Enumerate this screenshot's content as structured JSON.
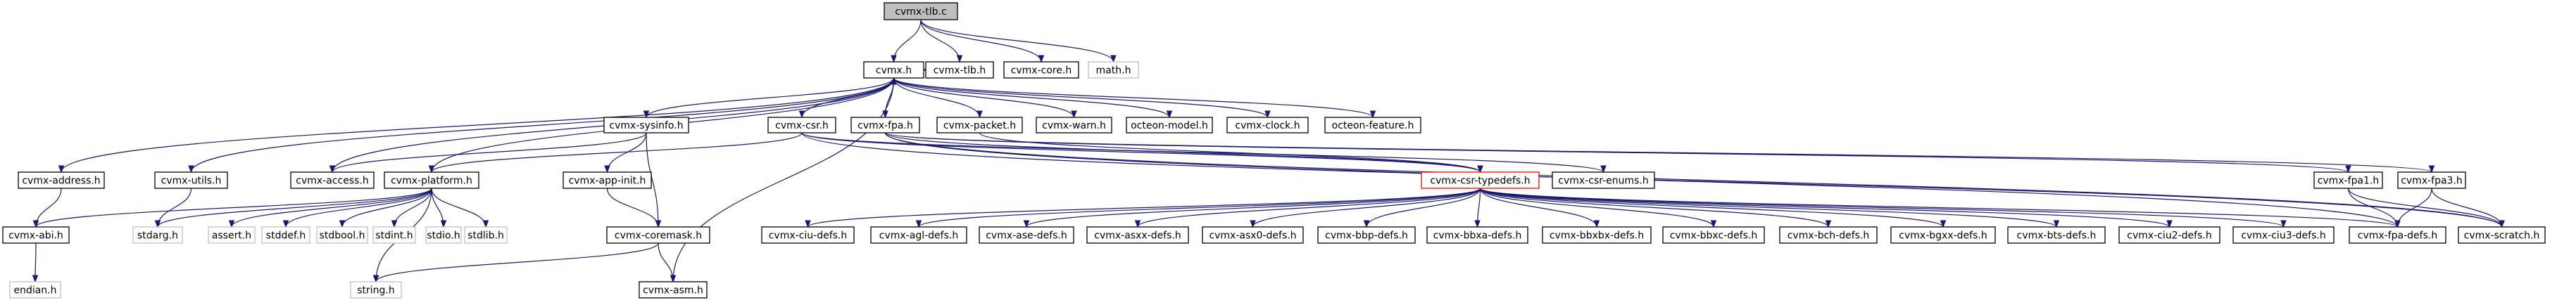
{
  "diagram": {
    "type": "include-dependency-graph",
    "colors": {
      "edge": "#191970",
      "root_fill": "#bfbfbf",
      "missing_border": "#bfbfbf",
      "highlight_border": "#ff0000"
    },
    "nodes": [
      {
        "id": "cvmx-tlb-c",
        "label": "cvmx-tlb.c",
        "style": "root"
      },
      {
        "id": "cvmx-h",
        "label": "cvmx.h",
        "style": "normal"
      },
      {
        "id": "cvmx-tlb-h",
        "label": "cvmx-tlb.h",
        "style": "normal"
      },
      {
        "id": "cvmx-core-h",
        "label": "cvmx-core.h",
        "style": "normal"
      },
      {
        "id": "math-h",
        "label": "math.h",
        "style": "missing"
      },
      {
        "id": "cvmx-sysinfo-h",
        "label": "cvmx-sysinfo.h",
        "style": "normal"
      },
      {
        "id": "cvmx-csr-h",
        "label": "cvmx-csr.h",
        "style": "normal"
      },
      {
        "id": "cvmx-fpa-h",
        "label": "cvmx-fpa.h",
        "style": "normal"
      },
      {
        "id": "cvmx-packet-h",
        "label": "cvmx-packet.h",
        "style": "normal"
      },
      {
        "id": "cvmx-warn-h",
        "label": "cvmx-warn.h",
        "style": "normal"
      },
      {
        "id": "octeon-model-h",
        "label": "octeon-model.h",
        "style": "normal"
      },
      {
        "id": "cvmx-clock-h",
        "label": "cvmx-clock.h",
        "style": "normal"
      },
      {
        "id": "octeon-feature-h",
        "label": "octeon-feature.h",
        "style": "normal"
      },
      {
        "id": "cvmx-address-h",
        "label": "cvmx-address.h",
        "style": "normal"
      },
      {
        "id": "cvmx-utils-h",
        "label": "cvmx-utils.h",
        "style": "normal"
      },
      {
        "id": "cvmx-access-h",
        "label": "cvmx-access.h",
        "style": "normal"
      },
      {
        "id": "cvmx-platform-h",
        "label": "cvmx-platform.h",
        "style": "normal"
      },
      {
        "id": "cvmx-app-init-h",
        "label": "cvmx-app-init.h",
        "style": "normal"
      },
      {
        "id": "cvmx-csr-typedefs-h",
        "label": "cvmx-csr-typedefs.h",
        "style": "red"
      },
      {
        "id": "cvmx-csr-enums-h",
        "label": "cvmx-csr-enums.h",
        "style": "normal"
      },
      {
        "id": "cvmx-fpa1-h",
        "label": "cvmx-fpa1.h",
        "style": "normal"
      },
      {
        "id": "cvmx-fpa3-h",
        "label": "cvmx-fpa3.h",
        "style": "normal"
      },
      {
        "id": "cvmx-abi-h",
        "label": "cvmx-abi.h",
        "style": "normal"
      },
      {
        "id": "stdarg-h",
        "label": "stdarg.h",
        "style": "missing"
      },
      {
        "id": "assert-h",
        "label": "assert.h",
        "style": "missing"
      },
      {
        "id": "stddef-h",
        "label": "stddef.h",
        "style": "missing"
      },
      {
        "id": "stdbool-h",
        "label": "stdbool.h",
        "style": "missing"
      },
      {
        "id": "stdint-h",
        "label": "stdint.h",
        "style": "missing"
      },
      {
        "id": "stdio-h",
        "label": "stdio.h",
        "style": "missing"
      },
      {
        "id": "stdlib-h",
        "label": "stdlib.h",
        "style": "missing"
      },
      {
        "id": "cvmx-coremask-h",
        "label": "cvmx-coremask.h",
        "style": "normal"
      },
      {
        "id": "cvmx-ciu-defs-h",
        "label": "cvmx-ciu-defs.h",
        "style": "normal"
      },
      {
        "id": "cvmx-agl-defs-h",
        "label": "cvmx-agl-defs.h",
        "style": "normal"
      },
      {
        "id": "cvmx-ase-defs-h",
        "label": "cvmx-ase-defs.h",
        "style": "normal"
      },
      {
        "id": "cvmx-asxx-defs-h",
        "label": "cvmx-asxx-defs.h",
        "style": "normal"
      },
      {
        "id": "cvmx-asx0-defs-h",
        "label": "cvmx-asx0-defs.h",
        "style": "normal"
      },
      {
        "id": "cvmx-bbp-defs-h",
        "label": "cvmx-bbp-defs.h",
        "style": "normal"
      },
      {
        "id": "cvmx-bbxa-defs-h",
        "label": "cvmx-bbxa-defs.h",
        "style": "normal"
      },
      {
        "id": "cvmx-bbxbx-defs-h",
        "label": "cvmx-bbxbx-defs.h",
        "style": "normal"
      },
      {
        "id": "cvmx-bbxc-defs-h",
        "label": "cvmx-bbxc-defs.h",
        "style": "normal"
      },
      {
        "id": "cvmx-bch-defs-h",
        "label": "cvmx-bch-defs.h",
        "style": "normal"
      },
      {
        "id": "cvmx-bgxx-defs-h",
        "label": "cvmx-bgxx-defs.h",
        "style": "normal"
      },
      {
        "id": "cvmx-bts-defs-h",
        "label": "cvmx-bts-defs.h",
        "style": "normal"
      },
      {
        "id": "cvmx-ciu2-defs-h",
        "label": "cvmx-ciu2-defs.h",
        "style": "normal"
      },
      {
        "id": "cvmx-ciu3-defs-h",
        "label": "cvmx-ciu3-defs.h",
        "style": "normal"
      },
      {
        "id": "cvmx-fpa-defs-h",
        "label": "cvmx-fpa-defs.h",
        "style": "normal"
      },
      {
        "id": "cvmx-scratch-h",
        "label": "cvmx-scratch.h",
        "style": "normal"
      },
      {
        "id": "endian-h",
        "label": "endian.h",
        "style": "missing"
      },
      {
        "id": "string-h",
        "label": "string.h",
        "style": "missing"
      },
      {
        "id": "cvmx-asm-h",
        "label": "cvmx-asm.h",
        "style": "normal"
      }
    ],
    "edges": [
      [
        "cvmx-tlb-c",
        "cvmx-h"
      ],
      [
        "cvmx-tlb-c",
        "cvmx-tlb-h"
      ],
      [
        "cvmx-tlb-c",
        "cvmx-core-h"
      ],
      [
        "cvmx-tlb-c",
        "math-h"
      ],
      [
        "cvmx-h",
        "cvmx-tlb-h"
      ],
      [
        "cvmx-h",
        "cvmx-address-h"
      ],
      [
        "cvmx-h",
        "cvmx-utils-h"
      ],
      [
        "cvmx-h",
        "cvmx-access-h"
      ],
      [
        "cvmx-h",
        "cvmx-platform-h"
      ],
      [
        "cvmx-h",
        "cvmx-sysinfo-h"
      ],
      [
        "cvmx-h",
        "cvmx-csr-h"
      ],
      [
        "cvmx-h",
        "cvmx-fpa-h"
      ],
      [
        "cvmx-h",
        "cvmx-packet-h"
      ],
      [
        "cvmx-h",
        "cvmx-warn-h"
      ],
      [
        "cvmx-h",
        "octeon-model-h"
      ],
      [
        "cvmx-h",
        "cvmx-clock-h"
      ],
      [
        "cvmx-h",
        "octeon-feature-h"
      ],
      [
        "cvmx-h",
        "cvmx-asm-h"
      ],
      [
        "cvmx-fpa-h",
        "cvmx-h"
      ],
      [
        "cvmx-sysinfo-h",
        "cvmx-app-init-h"
      ],
      [
        "cvmx-sysinfo-h",
        "cvmx-coremask-h"
      ],
      [
        "cvmx-sysinfo-h",
        "cvmx-access-h"
      ],
      [
        "cvmx-csr-h",
        "cvmx-platform-h"
      ],
      [
        "cvmx-csr-h",
        "cvmx-csr-typedefs-h"
      ],
      [
        "cvmx-csr-h",
        "cvmx-csr-enums-h"
      ],
      [
        "cvmx-fpa-h",
        "cvmx-csr-typedefs-h"
      ],
      [
        "cvmx-fpa-h",
        "cvmx-fpa1-h"
      ],
      [
        "cvmx-fpa-h",
        "cvmx-fpa3-h"
      ],
      [
        "cvmx-fpa-h",
        "cvmx-scratch-h"
      ],
      [
        "cvmx-fpa-h",
        "cvmx-fpa-defs-h"
      ],
      [
        "cvmx-packet-h",
        "cvmx-csr-typedefs-h"
      ],
      [
        "cvmx-address-h",
        "cvmx-abi-h"
      ],
      [
        "cvmx-utils-h",
        "stdarg-h"
      ],
      [
        "cvmx-platform-h",
        "cvmx-abi-h"
      ],
      [
        "cvmx-platform-h",
        "stdarg-h"
      ],
      [
        "cvmx-platform-h",
        "assert-h"
      ],
      [
        "cvmx-platform-h",
        "stddef-h"
      ],
      [
        "cvmx-platform-h",
        "stdbool-h"
      ],
      [
        "cvmx-platform-h",
        "stdint-h"
      ],
      [
        "cvmx-platform-h",
        "stdio-h"
      ],
      [
        "cvmx-platform-h",
        "stdlib-h"
      ],
      [
        "cvmx-platform-h",
        "string-h"
      ],
      [
        "cvmx-app-init-h",
        "cvmx-coremask-h"
      ],
      [
        "cvmx-coremask-h",
        "string-h"
      ],
      [
        "cvmx-coremask-h",
        "cvmx-asm-h"
      ],
      [
        "cvmx-abi-h",
        "endian-h"
      ],
      [
        "cvmx-csr-typedefs-h",
        "cvmx-ciu-defs-h"
      ],
      [
        "cvmx-csr-typedefs-h",
        "cvmx-agl-defs-h"
      ],
      [
        "cvmx-csr-typedefs-h",
        "cvmx-ase-defs-h"
      ],
      [
        "cvmx-csr-typedefs-h",
        "cvmx-asxx-defs-h"
      ],
      [
        "cvmx-csr-typedefs-h",
        "cvmx-asx0-defs-h"
      ],
      [
        "cvmx-csr-typedefs-h",
        "cvmx-bbp-defs-h"
      ],
      [
        "cvmx-csr-typedefs-h",
        "cvmx-bbxa-defs-h"
      ],
      [
        "cvmx-csr-typedefs-h",
        "cvmx-bbxbx-defs-h"
      ],
      [
        "cvmx-csr-typedefs-h",
        "cvmx-bbxc-defs-h"
      ],
      [
        "cvmx-csr-typedefs-h",
        "cvmx-bch-defs-h"
      ],
      [
        "cvmx-csr-typedefs-h",
        "cvmx-bgxx-defs-h"
      ],
      [
        "cvmx-csr-typedefs-h",
        "cvmx-bts-defs-h"
      ],
      [
        "cvmx-csr-typedefs-h",
        "cvmx-ciu2-defs-h"
      ],
      [
        "cvmx-csr-typedefs-h",
        "cvmx-ciu3-defs-h"
      ],
      [
        "cvmx-csr-typedefs-h",
        "cvmx-fpa-defs-h"
      ],
      [
        "cvmx-fpa1-h",
        "cvmx-fpa-defs-h"
      ],
      [
        "cvmx-fpa1-h",
        "cvmx-scratch-h"
      ],
      [
        "cvmx-fpa3-h",
        "cvmx-fpa-defs-h"
      ],
      [
        "cvmx-fpa3-h",
        "cvmx-scratch-h"
      ],
      [
        "cvmx-csr-h",
        "cvmx-scratch-h"
      ]
    ]
  }
}
